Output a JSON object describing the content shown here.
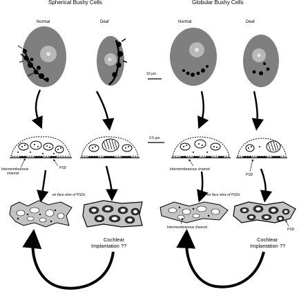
{
  "headers": {
    "spherical": "Spherical Bushy Cells",
    "globular": "Globular Bushy Cells"
  },
  "columns": [
    "Normal",
    "Deaf",
    "Normal",
    "Deaf"
  ],
  "scale_bars": {
    "cell": "10 µm",
    "synapse": "0.5 µm"
  },
  "labels": {
    "intermembranous_channel_left": [
      "Intermembranous",
      "channel"
    ],
    "psd_left": "PSD",
    "intermembranous_channel_right": "Intermembranous channel",
    "psd_right": "PSD",
    "en_face_left": "en face view of PSDs",
    "en_face_right": "en face view of PSDs",
    "intermembranous_channel_bottom": "Intermembranous channel",
    "psd_bottom": "PSD",
    "cochlear_left": [
      "Cochlear",
      "Implantation ??"
    ],
    "cochlear_right": [
      "Cochlear",
      "Implantation ??"
    ]
  },
  "colors": {
    "cell_body": "#7f7f7f",
    "nucleus": "#b8b8b8",
    "nucleolus": "#e6e6e6",
    "ink": "#000000",
    "patch": "#c4c4c4"
  }
}
